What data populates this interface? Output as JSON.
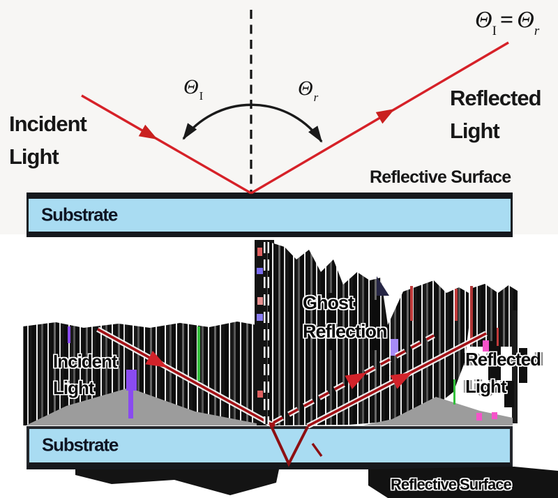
{
  "top_diagram": {
    "incident_light_label": "Incident\nLight",
    "reflected_light_label": "Reflected\nLight",
    "reflective_surface_label": "Reflective Surface",
    "substrate_label": "Substrate",
    "angle_incident": {
      "symbol": "Θ",
      "subscript": "I"
    },
    "angle_reflected": {
      "symbol": "Θ",
      "subscript": "r"
    },
    "equation": {
      "left_symbol": "Θ",
      "left_subscript": "I",
      "operator": "=",
      "right_symbol": "Θ",
      "right_subscript": "r"
    }
  },
  "bottom_diagram": {
    "incident_light_label": "Incident\nLight",
    "ghost_reflection_label": "Ghost\nReflection",
    "reflected_light_label": "Reflected\nLight",
    "substrate_label": "Substrate",
    "reflective_surface_label": "Reflective Surface"
  },
  "colors": {
    "background": "#f7f6f4",
    "ray-red": "#d62128",
    "dark-ray-red": "#a31116",
    "arrow-red": "#d2232a",
    "substrate-blue": "#a9dcf2",
    "ink-black": "#15181d",
    "noise-gray": "#9c9c9c",
    "glitch-purple": "#8a4bf0",
    "glitch-green": "#35c13d",
    "glitch-magenta": "#f553c9"
  }
}
